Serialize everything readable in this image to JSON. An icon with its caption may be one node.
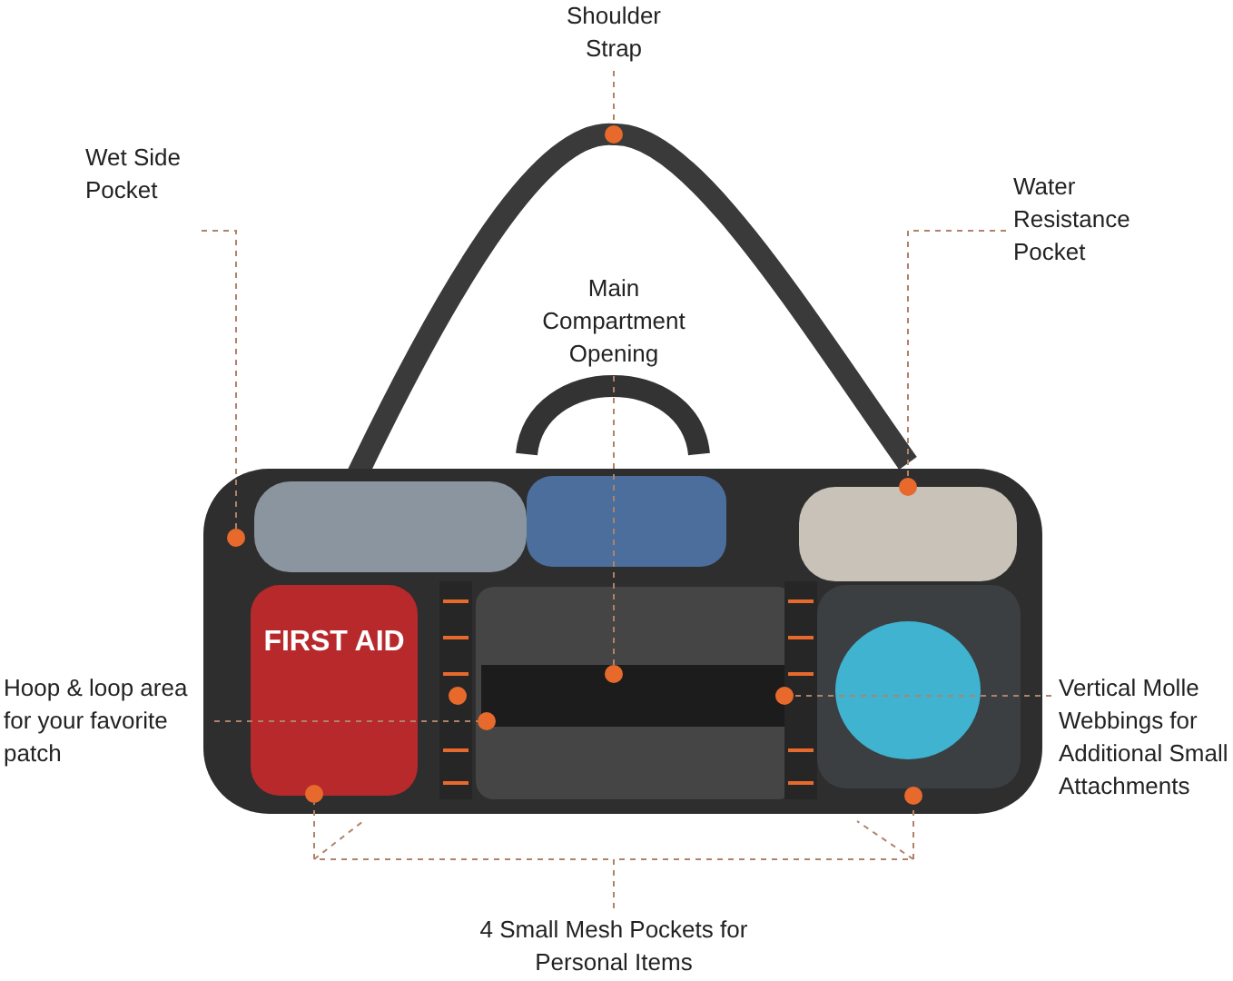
{
  "diagram": {
    "nodes": [
      {
        "text": [
          "Shoulder Strap"
        ]
      },
      {
        "text": [],
        "shape": "circle"
      },
      {
        "text": [
          "Wet Side Pocket"
        ]
      },
      {
        "text": [],
        "shape": "circle"
      },
      {
        "text": [
          "Water Resistance Pocket"
        ]
      },
      {
        "text": [],
        "shape": "circle"
      },
      {
        "text": [
          "Main Compartment Opening"
        ]
      },
      {
        "text": [],
        "shape": "circle"
      },
      {
        "text": [
          "Hoop & loop area for your favorite patch"
        ]
      },
      {
        "text": [],
        "shape": "circle"
      },
      {
        "text": [
          "Vertical Molle Webbings for Additional Small Attachments"
        ]
      },
      {
        "text": [],
        "shape": "circle"
      },
      {
        "text": [],
        "shape": "circle"
      },
      {
        "text": [
          "4 Small Mesh Pockets for Personal Items"
        ]
      },
      {
        "text": [],
        "shape": "circle"
      },
      {
        "text": [],
        "shape": "circle"
      }
    ],
    "edges": [
      {
        "from": 0,
        "to": 1,
        "arrow": "none"
      },
      {
        "from": 2,
        "to": 3,
        "arrow": "none"
      },
      {
        "from": 4,
        "to": 5,
        "arrow": "none"
      },
      {
        "from": 6,
        "to": 7,
        "arrow": "none"
      },
      {
        "from": 8,
        "to": 9,
        "arrow": "none"
      },
      {
        "from": 10,
        "to": 11,
        "arrow": "none"
      },
      {
        "from": 13,
        "to": 14,
        "arrow": "none"
      },
      {
        "from": 13,
        "to": null,
        "arrow": "none"
      },
      {
        "from": 13,
        "to": null,
        "arrow": "none"
      },
      {
        "from": 13,
        "to": 15,
        "arrow": "none"
      }
    ],
    "labels": [
      "FIRST AID"
    ]
  }
}
